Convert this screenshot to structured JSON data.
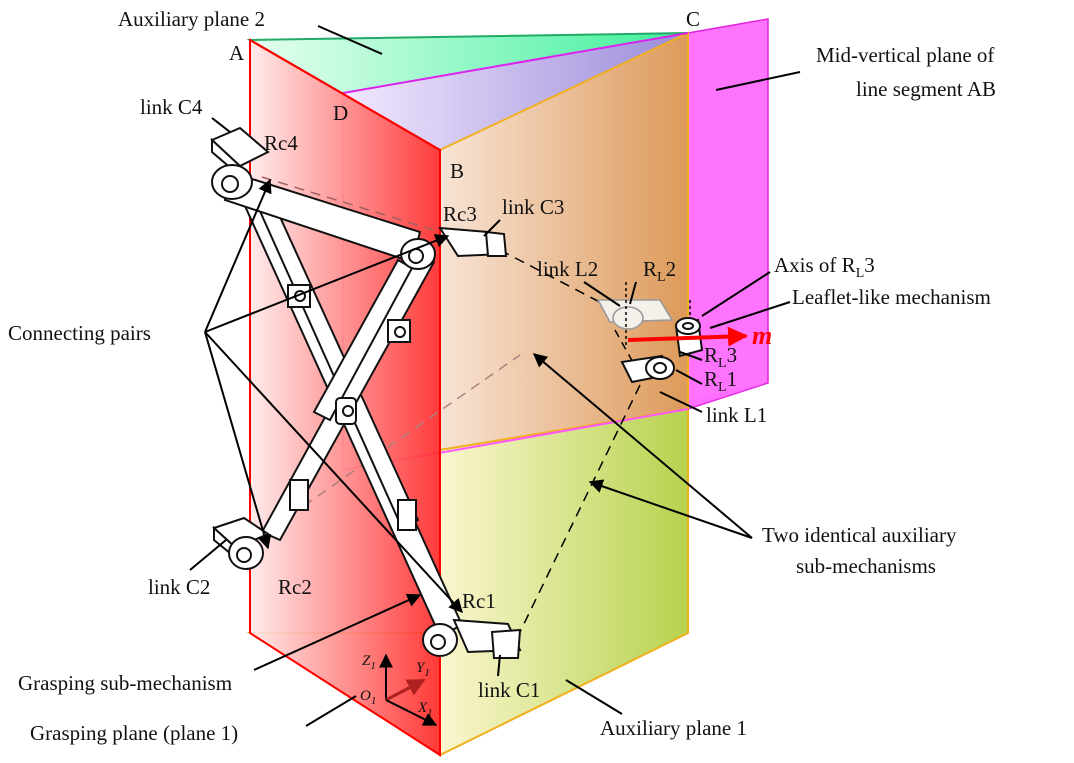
{
  "labels": {
    "auxiliary_plane_2": "Auxiliary plane 2",
    "point_a": "A",
    "point_b": "B",
    "point_c": "C",
    "point_d": "D",
    "mid_vertical_line1": "Mid-vertical plane of",
    "mid_vertical_line2": "line segment AB",
    "link_c4": "link C4",
    "rc4": "Rc4",
    "rc3": "Rc3",
    "link_c3": "link C3",
    "link_l2": "link L2",
    "rl2_r": "R",
    "rl2_sub": "L",
    "rl2_n": "2",
    "axis_rl3_pre": "Axis of R",
    "axis_rl3_sub": "L",
    "axis_rl3_n": "3",
    "leaflet": "Leaflet-like mechanism",
    "m_vector": "m",
    "rl3_r": "R",
    "rl3_sub": "L",
    "rl3_n": "3",
    "rl1_r": "R",
    "rl1_sub": "L",
    "rl1_n": "1",
    "link_l1": "link L1",
    "connecting_pairs": "Connecting pairs",
    "two_identical_line1": "Two identical auxiliary",
    "two_identical_line2": "sub-mechanisms",
    "link_c2": "link C2",
    "rc2": "Rc2",
    "rc1": "Rc1",
    "link_c1": "link C1",
    "grasping_sub": "Grasping sub-mechanism",
    "grasping_plane": "Grasping plane (plane 1)",
    "auxiliary_plane_1": "Auxiliary plane 1",
    "axis_z": "Z",
    "axis_z_sub": "1",
    "axis_y": "Y",
    "axis_y_sub": "1",
    "axis_x": "X",
    "axis_x_sub": "1",
    "axis_o": "O",
    "axis_o_sub": "1"
  },
  "colors": {
    "grasping_plane": "#ff2a2a",
    "auxiliary_plane_1": "#ffcc33",
    "auxiliary_plane_2": "#33dd88",
    "mid_vertical_plane": "#ff33ff",
    "m_vector": "#ff0000",
    "leader": "#000000"
  }
}
